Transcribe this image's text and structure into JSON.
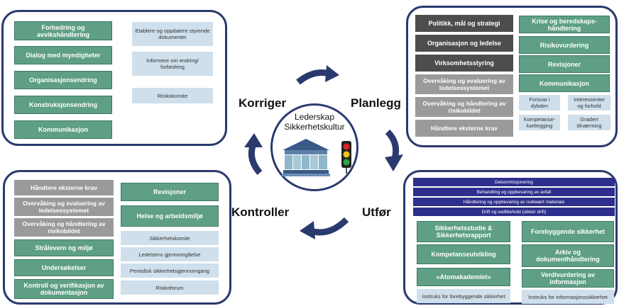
{
  "center": {
    "title": "Lederskap",
    "subtitle": "Sikkerhetskultur"
  },
  "labels": {
    "korriger": "Korriger",
    "planlegg": "Planlegg",
    "utfor": "Utfør",
    "kontroller": "Kontroller"
  },
  "korriger_panel": {
    "green": [
      "Forbedring og avvikshåndtering",
      "Dialog med myndigheter",
      "Organisasjonsendring",
      "Konstruksjonsendring",
      "Kommunikasjon"
    ],
    "light": [
      "Etablere og oppdatere styrende dokumenter",
      "Informere om endring/ forbedring",
      "Risikokomite"
    ]
  },
  "planlegg_panel": {
    "dark": [
      "Politikk, mål og strategi",
      "Organisasjon og ledelse",
      "Virksomhetsstyring"
    ],
    "gray": [
      "Overvåking og evaluering av ledelsessystemet",
      "Overvåking og håndtering av risikobildet",
      "Håndtere eksterne krav"
    ],
    "green": [
      "Krise og beredskaps-håndtering",
      "Risikovurdering",
      "Revisjoner",
      "Kommunikasjon"
    ],
    "light": [
      "Forsvar i dybden",
      "Interessenter og forhold",
      "Kompetanse-kartlegging",
      "Gradert tilnærming"
    ]
  },
  "utfor_panel": {
    "bands": [
      "Dekommisjonering",
      "Behandling og oppbevaring av avfall",
      "Håndtering og oppbevaring av nukleært materiale",
      "Drift og vedlikehold (sikker drift)"
    ],
    "green": [
      "Sikkerhetsstudie & Sikkerhetsrapport",
      "Forebyggende sikkerhet",
      "Kompetanseutvikling",
      "Arkiv og dokumenthåndtering",
      "«Atomakademiet»",
      "Verdivurdering av informasjon"
    ],
    "light": [
      "Instruks for forebyggende sikkerhet",
      "Instruks for informasjonssikkerhet"
    ]
  },
  "kontroller_panel": {
    "gray": [
      "Håndtere eksterne krav",
      "Overvåking og evaluering av ledelsessystemet",
      "Overvåking og håndtering av risikobildet"
    ],
    "green_left": [
      "Strålevern og miljø",
      "Undersøkelser",
      "Kontroll og verifikasjon av dokumentasjon"
    ],
    "green_right": [
      "Revisjoner",
      "Helse og arbeidsmiljø"
    ],
    "light": [
      "Sikkerhetskomite",
      "Ledelsens gjennomgåelse",
      "Periodisk sikkerhetsgjennomgang",
      "Risikoforum"
    ]
  },
  "colors": {
    "navy": "#2b3a6e",
    "green": "#5e9f86",
    "gray": "#9a9a9a",
    "dark": "#4d4d4d",
    "light": "#cfdfeb",
    "band": "#2e2f8c"
  }
}
